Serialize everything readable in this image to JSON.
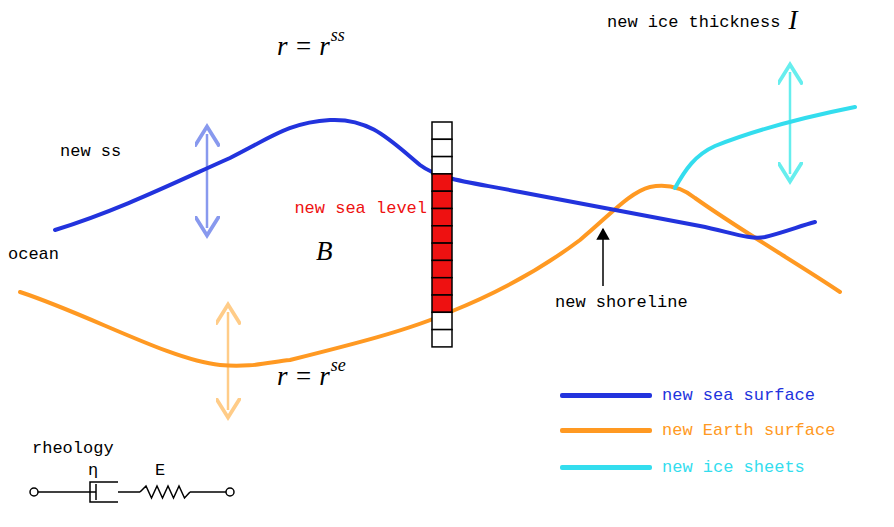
{
  "diagram": {
    "labels": [
      "new ice thickness",
      "I",
      "r = r",
      "ss",
      "new ss",
      "new sea level",
      "B",
      "ocean",
      "new shoreline",
      "r = r",
      "se",
      "rheology",
      "η",
      "E"
    ],
    "legend": [
      {
        "text": "new sea surface",
        "color": "#2233dd"
      },
      {
        "text": "new Earth surface",
        "color": "#ff9922"
      },
      {
        "text": "new ice sheets",
        "color": "#33ddee"
      }
    ]
  }
}
